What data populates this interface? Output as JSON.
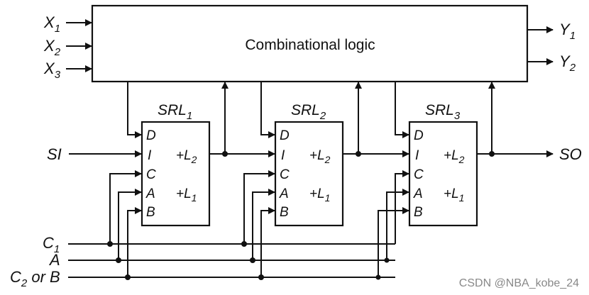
{
  "inputs": [
    {
      "base": "X",
      "sub": "1"
    },
    {
      "base": "X",
      "sub": "2"
    },
    {
      "base": "X",
      "sub": "3"
    }
  ],
  "outputs": [
    {
      "base": "Y",
      "sub": "1"
    },
    {
      "base": "Y",
      "sub": "2"
    }
  ],
  "comb_label": "Combinational logic",
  "srls": [
    {
      "base": "SRL",
      "sub": "1",
      "pins": [
        "D",
        "I",
        "C",
        "A",
        "B"
      ],
      "out_top": {
        "base": "+L",
        "sub": "2"
      },
      "out_bot": {
        "base": "+L",
        "sub": "1"
      }
    },
    {
      "base": "SRL",
      "sub": "2",
      "pins": [
        "D",
        "I",
        "C",
        "A",
        "B"
      ],
      "out_top": {
        "base": "+L",
        "sub": "2"
      },
      "out_bot": {
        "base": "+L",
        "sub": "1"
      }
    },
    {
      "base": "SRL",
      "sub": "3",
      "pins": [
        "D",
        "I",
        "C",
        "A",
        "B"
      ],
      "out_top": {
        "base": "+L",
        "sub": "2"
      },
      "out_bot": {
        "base": "+L",
        "sub": "1"
      }
    }
  ],
  "scan_in": "SI",
  "scan_out": "SO",
  "clock_lines": {
    "c1": {
      "base": "C",
      "sub": "1",
      "rest": ""
    },
    "a": {
      "base": "A",
      "sub": "",
      "rest": ""
    },
    "c2b": {
      "base": "C",
      "sub": "2",
      "rest": " or B"
    }
  },
  "watermark": "CSDN @NBA_kobe_24"
}
